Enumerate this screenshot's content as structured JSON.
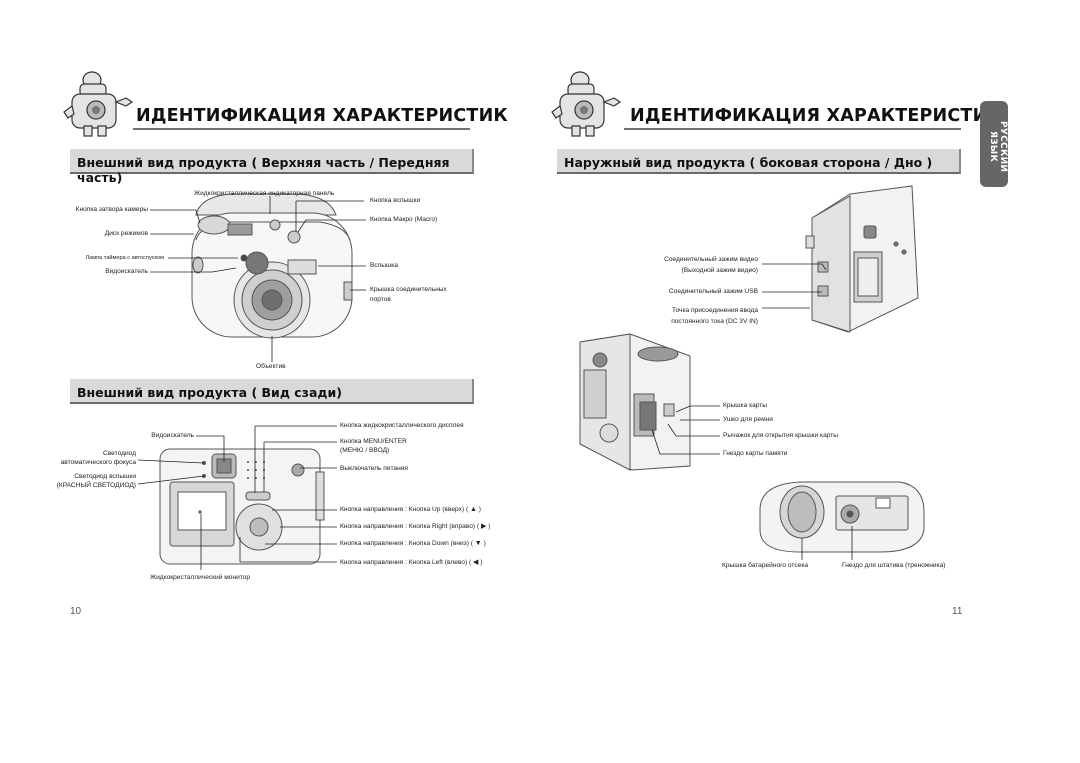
{
  "left": {
    "title": "ИДЕНТИФИКАЦИЯ ХАРАКТЕРИСТИК",
    "section_top": "Внешний вид продукта ( Верхняя часть / Передняя часть)",
    "section_back": "Внешний вид продукта ( Вид сзади)",
    "front_labels": {
      "lcd_panel": "Жидкокристаллическая индикаторная панель",
      "flash_button": "Кнопка вспышки",
      "shutter": "Кнопка затвора камеры",
      "macro": "Кнопка Макро (Macro)",
      "mode_dial": "Диск режимов",
      "self_timer": "Лампа таймера с автоспуском",
      "viewfinder": "Видоискатель",
      "flash": "Вспышка",
      "port_cover": "Крышка соединительных",
      "port_cover2": "портов",
      "lens": "Объектив"
    },
    "back_labels": {
      "viewfinder": "Видоискатель",
      "af_led": "Светодиод",
      "af_led2": "автоматического фокуса",
      "flash_led": "Светодиод вспышки",
      "flash_led2": "(КРАСНЫЙ СВЕТОДИОД)",
      "lcd_display_cover": "Кнопка жидкокристаллического дисплея",
      "menu_enter": "Кнопка MENU/ENTER",
      "menu_enter2": "(МЕНЮ / ВВОД)",
      "power": "Выключатель питания",
      "up": "Кнопка направления : Кнопка Up (вверх) (",
      "right": "Кнопка направления : Кнопка Right (вправо) (",
      "down": "Кнопка направления : Кнопка Down (вниз) (",
      "left": "Кнопка направления : Кнопка Left (влево) (",
      "close_paren": ")",
      "monitor": "Жидкокристаллический монитор"
    },
    "page_number": "10"
  },
  "right": {
    "title": "ИДЕНТИФИКАЦИЯ ХАРАКТЕРИСТИК",
    "section_side": "Наружный вид продукта ( боковая сторона / Дно )",
    "lang_tab": "РУССКИЙ ЯЗЫК",
    "side_labels": {
      "video_out": "Соединительный зажим видео",
      "video_out2": "(Выходной зажим видео)",
      "usb": "Соединительный зажим USB",
      "dc_in": "Точка присоединения ввода",
      "dc_in2": "постоянного тока (DC 3V IN)",
      "card_cover": "Крышка карты",
      "strap": "Ушко для ремня",
      "card_lever": "Рычажок для открытия крышки карты",
      "card_slot": "Гнездо карты памяти",
      "battery_cover": "Крышка батарейного отсека",
      "tripod": "Гнездо для штатива (треножника)"
    },
    "page_number": "11"
  },
  "icons": [
    "mascot-icon",
    "arrow-up-icon",
    "arrow-right-icon",
    "arrow-down-icon",
    "arrow-left-icon",
    "camera-front-illustration",
    "camera-back-illustration",
    "camera-side-illustration",
    "camera-bottom-illustration"
  ],
  "colors": {
    "section_bg": "#d9d9d9",
    "tab_bg": "#666666"
  }
}
